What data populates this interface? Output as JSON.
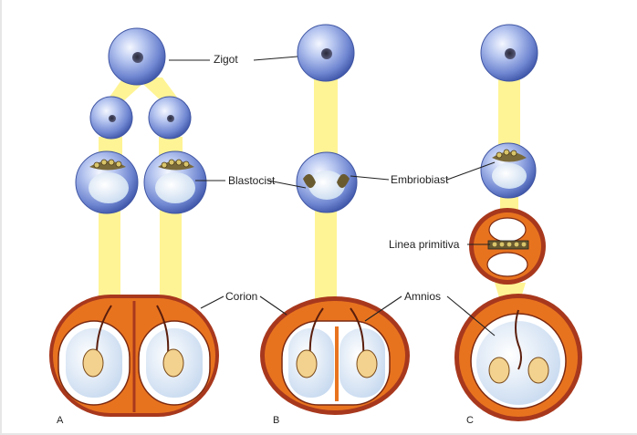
{
  "labels": {
    "zygote": "Zigot",
    "blastocyst": "Blastocist",
    "embryoblast": "Embriobiast",
    "primitive_line": "Linea primitiva",
    "chorion": "Corion",
    "amnion": "Amnios"
  },
  "panels": {
    "a": "A",
    "b": "B",
    "c": "C"
  },
  "colors": {
    "cell": "#7f97dc",
    "beam": "#fff27a",
    "chorion": "#e8731f",
    "chorion_rim": "#a8381d",
    "cavity": "#cfe0f3"
  }
}
